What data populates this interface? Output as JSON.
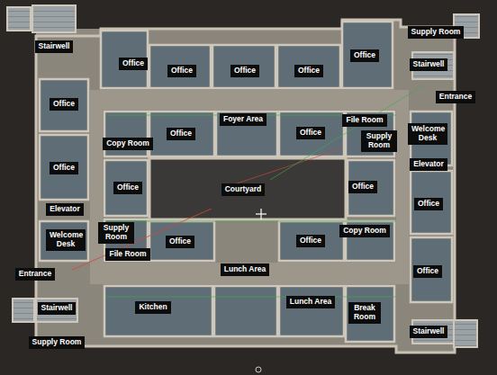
{
  "diagram": {
    "nodes": [
      {
        "text": [
          "Supply Room"
        ]
      },
      {
        "text": [
          "Stairwell"
        ]
      },
      {
        "text": [
          "Office"
        ]
      },
      {
        "text": [
          "Stairwell"
        ]
      },
      {
        "text": [
          "Office"
        ]
      },
      {
        "text": [
          "Office"
        ]
      },
      {
        "text": [
          "Office"
        ]
      },
      {
        "text": [
          "Office"
        ]
      },
      {
        "text": [
          "Entrance"
        ]
      },
      {
        "text": [
          "Office"
        ]
      },
      {
        "text": [
          "Foyer Area"
        ]
      },
      {
        "text": [
          "File Room"
        ]
      },
      {
        "text": [
          "Welcome Desk"
        ]
      },
      {
        "text": [
          "Office"
        ]
      },
      {
        "text": [
          "Office"
        ]
      },
      {
        "text": [
          "Supply Room"
        ]
      },
      {
        "text": [
          "Copy Room"
        ]
      },
      {
        "text": [
          "Elevator"
        ]
      },
      {
        "text": [
          "Office"
        ]
      },
      {
        "text": [
          "Office"
        ]
      },
      {
        "text": [
          "Courtyard"
        ]
      },
      {
        "text": [
          "Office"
        ]
      },
      {
        "text": [
          "Office"
        ]
      },
      {
        "text": [
          "Elevator"
        ]
      },
      {
        "text": [
          "Supply Room"
        ]
      },
      {
        "text": [
          "Copy Room"
        ]
      },
      {
        "text": [
          "Welcome Desk"
        ]
      },
      {
        "text": [
          "Office"
        ]
      },
      {
        "text": [
          "Office"
        ]
      },
      {
        "text": [
          "File Room"
        ]
      },
      {
        "text": [
          "Lunch Area"
        ]
      },
      {
        "text": [
          "Office"
        ]
      },
      {
        "text": [
          "Entrance"
        ]
      },
      {
        "text": [
          "Lunch Area"
        ]
      },
      {
        "text": [
          "Kitchen"
        ]
      },
      {
        "text": [
          "Stairwell"
        ]
      },
      {
        "text": [
          "Break Room"
        ]
      },
      {
        "text": [
          "Stairwell"
        ]
      },
      {
        "text": [
          "Supply Room"
        ]
      }
    ]
  }
}
